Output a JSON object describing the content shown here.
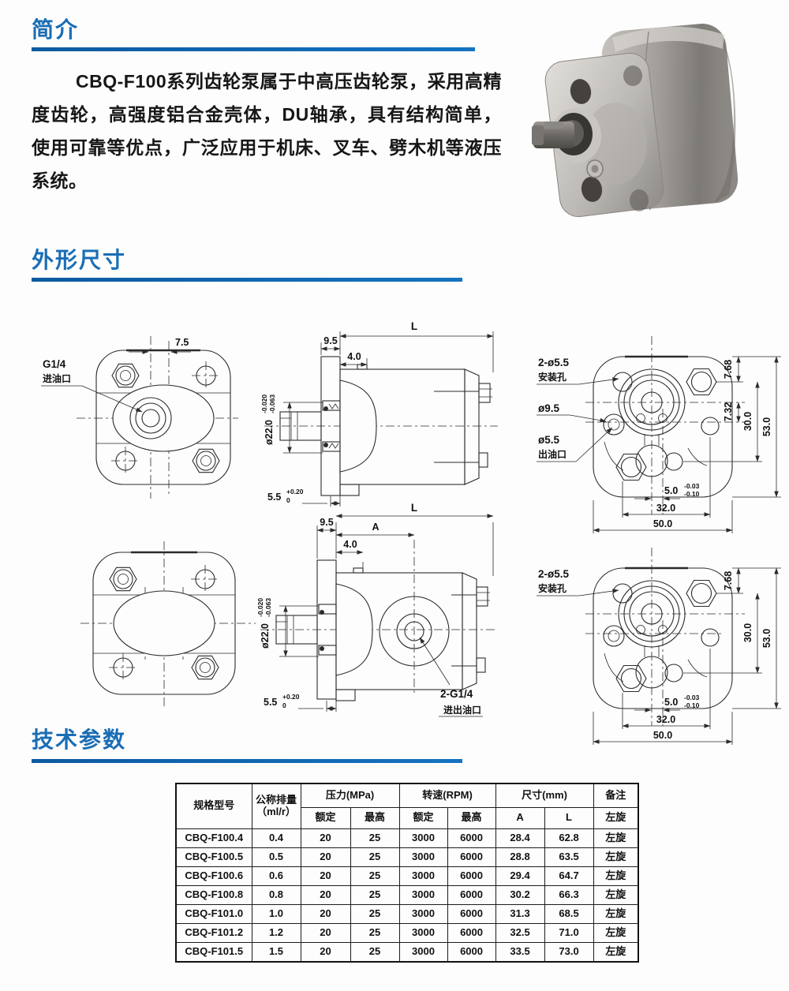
{
  "theme": {
    "heading_color": "#1a6db5",
    "rule_color": "#1270bd",
    "line_color": "#2b2b2b"
  },
  "intro": {
    "title": "简介",
    "paragraph": "CBQ-F100系列齿轮泵属于中高压齿轮泵，采用高精度齿轮，高强度铝合金壳体，DU轴承，具有结构简单，使用可靠等优点，广泛应用于机床、叉车、劈木机等液压系统。"
  },
  "outline": {
    "title": "外形尺寸"
  },
  "params": {
    "title": "技术参数"
  },
  "drawings": {
    "front_top": {
      "dim_offset": "7.5",
      "port_thread": "G1/4",
      "port_name": "进油口"
    },
    "side_top": {
      "dim_length": "L",
      "dim_flange_thick": "9.5",
      "dim_step": "4.0",
      "shaft_dia": "ø22.0",
      "shaft_tol_upper": "-0.020",
      "shaft_tol_lower": "-0.063",
      "dim_key": "5.5",
      "key_tol_upper": "+0.20",
      "key_tol_lower": "0"
    },
    "rear_top": {
      "mount_holes": "2-ø5.5",
      "mount_name": "安装孔",
      "dia_big": "ø9.5",
      "dia_small": "ø5.5",
      "outlet_name": "出油口",
      "dim_top": "7.68",
      "dim_pitch_v": "30.0",
      "dim_height": "53.0",
      "dim_offset_v": "7.32",
      "dim_offset_h": "5.0",
      "offset_tol_upper": "-0.03",
      "offset_tol_lower": "-0.10",
      "dim_pitch_h": "32.0",
      "dim_width": "50.0"
    },
    "side_bottom": {
      "dim_length": "L",
      "dim_flange_thick": "9.5",
      "dim_a": "A",
      "dim_step": "4.0",
      "shaft_dia": "ø22.0",
      "shaft_tol_upper": "-0.020",
      "shaft_tol_lower": "-0.063",
      "dim_key": "5.5",
      "key_tol_upper": "+0.20",
      "key_tol_lower": "0",
      "port_thread": "2-G1/4",
      "port_name": "进出油口"
    },
    "rear_bottom": {
      "mount_holes": "2-ø5.5",
      "mount_name": "安装孔",
      "dim_top": "7.68",
      "dim_pitch_v": "30.0",
      "dim_height": "53.0",
      "dim_offset_h": "5.0",
      "offset_tol_upper": "-0.03",
      "offset_tol_lower": "-0.10",
      "dim_pitch_h": "32.0",
      "dim_width": "50.0"
    }
  },
  "table": {
    "col_model": "规格型号",
    "col_disp_1": "公称排量",
    "col_disp_2": "（ml/r）",
    "col_pressure": "压力(MPa)",
    "col_speed": "转速(RPM)",
    "col_size": "尺寸(mm)",
    "col_remark": "备注",
    "sub_rated": "额定",
    "sub_max": "最高",
    "sub_rated2": "额定",
    "sub_max2": "最高",
    "sub_a": "A",
    "sub_l": "L",
    "sub_remark": "左旋",
    "rows": [
      {
        "model": "CBQ-F100.4",
        "disp": "0.4",
        "p_rated": "20",
        "p_max": "25",
        "n_rated": "3000",
        "n_max": "6000",
        "a": "28.4",
        "l": "62.8",
        "remark": "左旋"
      },
      {
        "model": "CBQ-F100.5",
        "disp": "0.5",
        "p_rated": "20",
        "p_max": "25",
        "n_rated": "3000",
        "n_max": "6000",
        "a": "28.8",
        "l": "63.5",
        "remark": "左旋"
      },
      {
        "model": "CBQ-F100.6",
        "disp": "0.6",
        "p_rated": "20",
        "p_max": "25",
        "n_rated": "3000",
        "n_max": "6000",
        "a": "29.4",
        "l": "64.7",
        "remark": "左旋"
      },
      {
        "model": "CBQ-F100.8",
        "disp": "0.8",
        "p_rated": "20",
        "p_max": "25",
        "n_rated": "3000",
        "n_max": "6000",
        "a": "30.2",
        "l": "66.3",
        "remark": "左旋"
      },
      {
        "model": "CBQ-F101.0",
        "disp": "1.0",
        "p_rated": "20",
        "p_max": "25",
        "n_rated": "3000",
        "n_max": "6000",
        "a": "31.3",
        "l": "68.5",
        "remark": "左旋"
      },
      {
        "model": "CBQ-F101.2",
        "disp": "1.2",
        "p_rated": "20",
        "p_max": "25",
        "n_rated": "3000",
        "n_max": "6000",
        "a": "32.5",
        "l": "71.0",
        "remark": "左旋"
      },
      {
        "model": "CBQ-F101.5",
        "disp": "1.5",
        "p_rated": "20",
        "p_max": "25",
        "n_rated": "3000",
        "n_max": "6000",
        "a": "33.5",
        "l": "73.0",
        "remark": "左旋"
      }
    ]
  }
}
